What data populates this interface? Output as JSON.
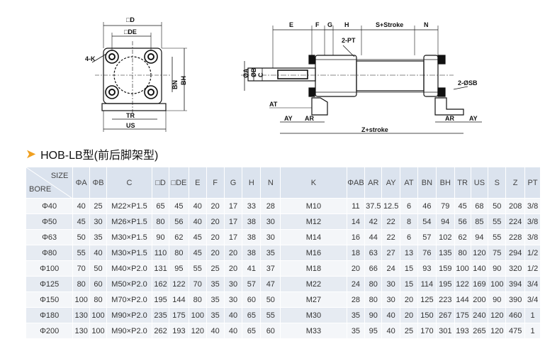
{
  "section": {
    "arrow_icon": "right-triangle-icon",
    "arrow_color": "#f0a020",
    "title": "HOB-LB型(前后脚架型)"
  },
  "drawing": {
    "front_labels": [
      "□D",
      "□DE",
      "4-K",
      "BN",
      "BH",
      "TR",
      "US"
    ],
    "side_labels": [
      "E",
      "F",
      "G",
      "H",
      "S+Stroke",
      "N",
      "2-PT",
      "ØA",
      "ØB",
      "C",
      "AT",
      "2-ØSB",
      "AY",
      "AR",
      "Z+stroke",
      "AR",
      "AY"
    ]
  },
  "table": {
    "corner_top": "SIZE",
    "corner_bottom": "BORE",
    "columns": [
      "ΦA",
      "ΦB",
      "C",
      "□D",
      "□DE",
      "E",
      "F",
      "G",
      "H",
      "N",
      "K",
      "ΦAB",
      "AR",
      "AY",
      "AT",
      "BN",
      "BH",
      "TR",
      "US",
      "S",
      "Z",
      "PT"
    ],
    "rows": [
      {
        "bore": "Φ40",
        "cells": [
          "40",
          "25",
          "M22×P1.5",
          "65",
          "45",
          "40",
          "20",
          "17",
          "33",
          "28",
          "M10",
          "11",
          "37.5",
          "12.5",
          "6",
          "46",
          "79",
          "45",
          "68",
          "50",
          "208",
          "3/8"
        ]
      },
      {
        "bore": "Φ50",
        "cells": [
          "45",
          "30",
          "M26×P1.5",
          "80",
          "56",
          "40",
          "20",
          "17",
          "38",
          "30",
          "M12",
          "14",
          "42",
          "22",
          "8",
          "54",
          "94",
          "56",
          "85",
          "55",
          "224",
          "3/8"
        ]
      },
      {
        "bore": "Φ63",
        "cells": [
          "50",
          "35",
          "M30×P1.5",
          "90",
          "62",
          "45",
          "20",
          "17",
          "38",
          "30",
          "M14",
          "16",
          "44",
          "22",
          "6",
          "57",
          "102",
          "62",
          "94",
          "55",
          "228",
          "3/8"
        ]
      },
      {
        "bore": "Φ80",
        "cells": [
          "55",
          "40",
          "M30×P1.5",
          "110",
          "80",
          "45",
          "20",
          "20",
          "38",
          "35",
          "M16",
          "18",
          "63",
          "27",
          "13",
          "76",
          "135",
          "80",
          "120",
          "75",
          "294",
          "1/2"
        ]
      },
      {
        "bore": "Φ100",
        "cells": [
          "70",
          "50",
          "M40×P2.0",
          "131",
          "95",
          "55",
          "25",
          "20",
          "41",
          "37",
          "M18",
          "20",
          "66",
          "24",
          "15",
          "93",
          "159",
          "100",
          "140",
          "90",
          "320",
          "1/2"
        ]
      },
      {
        "bore": "Φ125",
        "cells": [
          "80",
          "60",
          "M50×P2.0",
          "162",
          "122",
          "70",
          "35",
          "30",
          "57",
          "47",
          "M22",
          "24",
          "80",
          "30",
          "15",
          "114",
          "195",
          "122",
          "169",
          "100",
          "394",
          "3/4"
        ]
      },
      {
        "bore": "Φ150",
        "cells": [
          "100",
          "80",
          "M70×P2.0",
          "195",
          "144",
          "80",
          "35",
          "30",
          "60",
          "50",
          "M27",
          "28",
          "80",
          "30",
          "20",
          "125",
          "223",
          "144",
          "200",
          "90",
          "390",
          "3/4"
        ]
      },
      {
        "bore": "Φ180",
        "cells": [
          "130",
          "100",
          "M90×P2.0",
          "235",
          "175",
          "100",
          "35",
          "40",
          "65",
          "55",
          "M30",
          "35",
          "90",
          "40",
          "20",
          "150",
          "267",
          "175",
          "240",
          "120",
          "460",
          "1"
        ]
      },
      {
        "bore": "Φ200",
        "cells": [
          "130",
          "100",
          "M90×P2.0",
          "262",
          "193",
          "120",
          "40",
          "40",
          "65",
          "60",
          "M33",
          "35",
          "95",
          "40",
          "25",
          "170",
          "301",
          "193",
          "265",
          "120",
          "475",
          "1"
        ]
      }
    ]
  }
}
